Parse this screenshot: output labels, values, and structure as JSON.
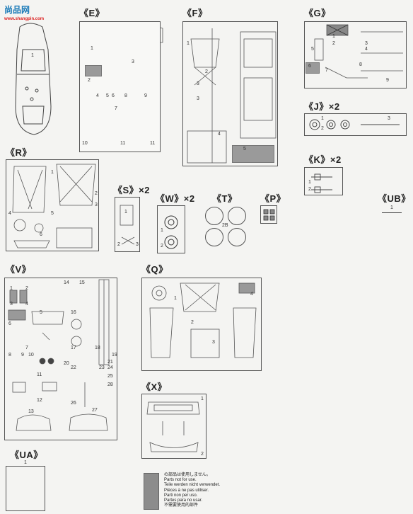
{
  "logo": {
    "text": "尚品网",
    "url": "www.shangpin.com"
  },
  "sections": {
    "E": "《E》",
    "F": "《F》",
    "G": "《G》",
    "J": "《J》×2",
    "K": "《K》×2",
    "R": "《R》",
    "S": "《S》×2",
    "W": "《W》×2",
    "T": "《T》",
    "P": "《P》",
    "UB": "《UB》",
    "V": "《V》",
    "Q": "《Q》",
    "X": "《X》",
    "UA": "《UA》"
  },
  "part_numbers": {
    "body": "1",
    "ub": "1",
    "ua": "1",
    "e": [
      "1",
      "2",
      "3",
      "4",
      "5",
      "6",
      "7",
      "8",
      "9",
      "10",
      "11",
      "11"
    ],
    "f": [
      "1",
      "2",
      "3",
      "3",
      "4",
      "5"
    ],
    "g": [
      "1",
      "2",
      "3",
      "4",
      "5",
      "6",
      "7",
      "8",
      "9"
    ],
    "j": [
      "1",
      "2",
      "3"
    ],
    "k": [
      "1",
      "2"
    ],
    "r": [
      "1",
      "2",
      "3",
      "4",
      "5",
      "6"
    ],
    "s": [
      "1",
      "2",
      "3"
    ],
    "w": [
      "1",
      "2"
    ],
    "t": "2B",
    "v": [
      "1",
      "2",
      "3",
      "4",
      "5",
      "6",
      "7",
      "8",
      "9",
      "10",
      "11",
      "12",
      "13",
      "14",
      "15",
      "16",
      "17",
      "18",
      "19",
      "20",
      "21",
      "22",
      "23",
      "24",
      "25",
      "26",
      "27",
      "28"
    ],
    "q": [
      "1",
      "2",
      "3",
      "4"
    ],
    "x": [
      "1",
      "2"
    ]
  },
  "notice": {
    "lines": [
      "の部品は使用しません。",
      "Parts not for use.",
      "Teile werden nicht verwendet.",
      "Pièces à ne pas utiliser.",
      "Parti non per uso.",
      "Partes para no usar.",
      "不需要使用的部件"
    ]
  }
}
